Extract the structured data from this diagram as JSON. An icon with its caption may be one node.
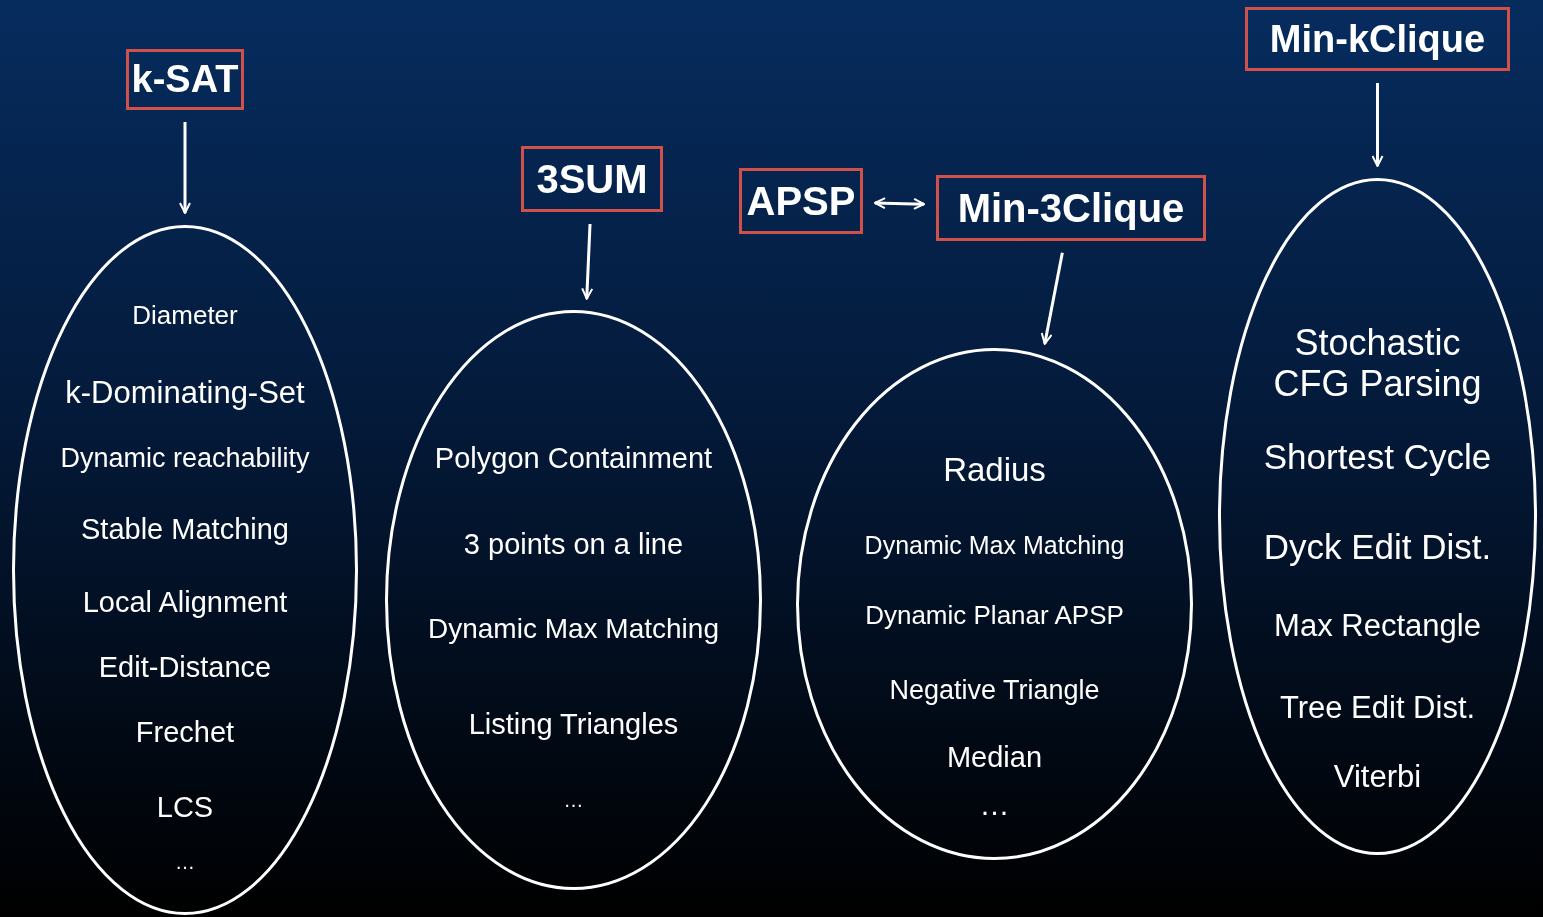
{
  "diagram": {
    "nodes": [
      {
        "text": [
          "k-SAT"
        ]
      },
      {
        "text": [
          "Diameter",
          "k-Dominating-Set",
          "Dynamic reachability",
          "Stable Matching",
          "Local Alignment",
          "Edit-Distance",
          "Frechet",
          "LCS",
          "…"
        ]
      },
      {
        "text": [
          "3SUM"
        ]
      },
      {
        "text": [
          "Polygon Containment",
          "3 points on a line",
          "Dynamic Max Matching",
          "Listing Triangles",
          "…"
        ]
      },
      {
        "text": [
          "APSP"
        ]
      },
      {
        "text": [
          "Min-3Clique"
        ]
      },
      {
        "text": [
          "Radius",
          "Dynamic Max Matching",
          "Dynamic Planar APSP",
          "Negative Triangle",
          "Median",
          "…"
        ]
      },
      {
        "text": [
          "Min-kClique"
        ]
      },
      {
        "text": [
          "Stochastic CFG Parsing",
          "Shortest Cycle",
          "Dyck Edit Dist.",
          "Max Rectangle",
          "Tree Edit Dist.",
          "Viterbi"
        ]
      }
    ],
    "edges": [
      {
        "from": 0,
        "to": 1,
        "arrow": "to"
      },
      {
        "from": 2,
        "to": 3,
        "arrow": "to"
      },
      {
        "from": 4,
        "to": 5,
        "arrow": "both"
      },
      {
        "from": 5,
        "to": 6,
        "arrow": "to"
      },
      {
        "from": 7,
        "to": 8,
        "arrow": "to"
      }
    ]
  }
}
